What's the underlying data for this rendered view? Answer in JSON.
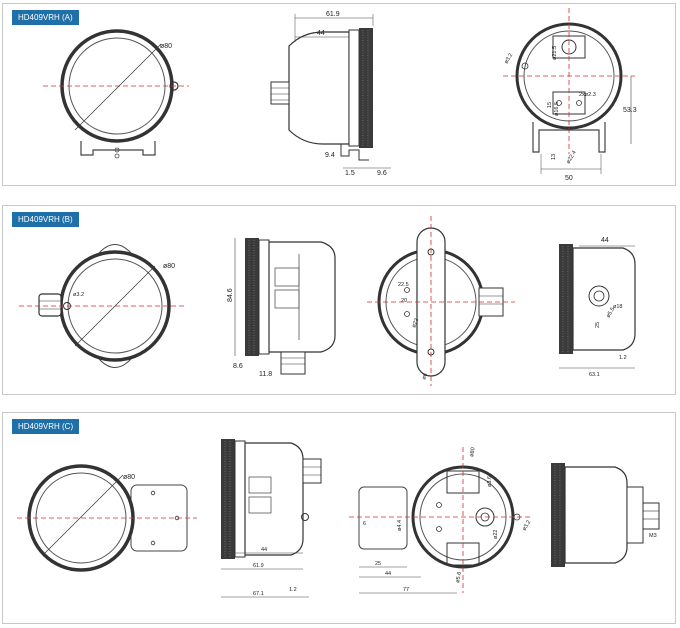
{
  "panels": {
    "a": {
      "label": "HD409VRH (A)",
      "front": {
        "diameter": "ø80"
      },
      "side": {
        "overall_depth": "61.9",
        "body_depth": "44",
        "bracket_height": "9.4",
        "bracket_offset": "1.5",
        "bracket_width": "9.6"
      },
      "back": {
        "hole_a": "ø3.2",
        "dim_a": "ø21.5",
        "dim_b": "ø16.5",
        "dim_c": "15",
        "dim_d": "2xø2.3",
        "bracket_h": "13",
        "height": "53.3",
        "width": "50",
        "slot": "ø22.4"
      }
    },
    "b": {
      "label": "HD409VRH (B)",
      "front": {
        "diameter": "ø80",
        "hole": "ø3.2"
      },
      "side": {
        "height": "84.6",
        "offset_a": "8.6",
        "offset_b": "11.8"
      },
      "back": {
        "dim_a": "22.5",
        "dim_b": "20",
        "dim_c": "ø22",
        "dim_d": "ø6"
      },
      "profile": {
        "depth": "44",
        "dim_a": "ø18",
        "dim_b": "ø5.5",
        "dim_c": "25",
        "offset": "1.2",
        "overall": "63.1"
      }
    },
    "c": {
      "label": "HD409VRH (C)",
      "front": {
        "diameter": "ø80"
      },
      "side": {
        "body": "44",
        "depth": "61.9",
        "overall": "67.1",
        "offset": "1.2"
      },
      "back": {
        "dim_a": "ø80",
        "dim_b": "ø3.6",
        "dim_c": "6",
        "dim_d": "ø4.4",
        "dim_e": "ø22",
        "dim_f": "25",
        "dim_g": "44",
        "dim_h": "77",
        "dim_i": "ø5.6",
        "dim_j": "ø3.2"
      },
      "profile": {
        "label": "M3"
      }
    }
  },
  "colors": {
    "tag": "#1f6fa8",
    "center_line": "#d0312d",
    "outline": "#333333"
  }
}
